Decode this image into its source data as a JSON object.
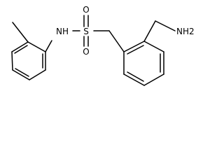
{
  "molecule": {
    "atoms": {
      "sulfur": "S",
      "oxygen_top": "O",
      "oxygen_bottom": "O",
      "amide_nitrogen": "NH",
      "amine_nitrogen": "NH2"
    }
  }
}
